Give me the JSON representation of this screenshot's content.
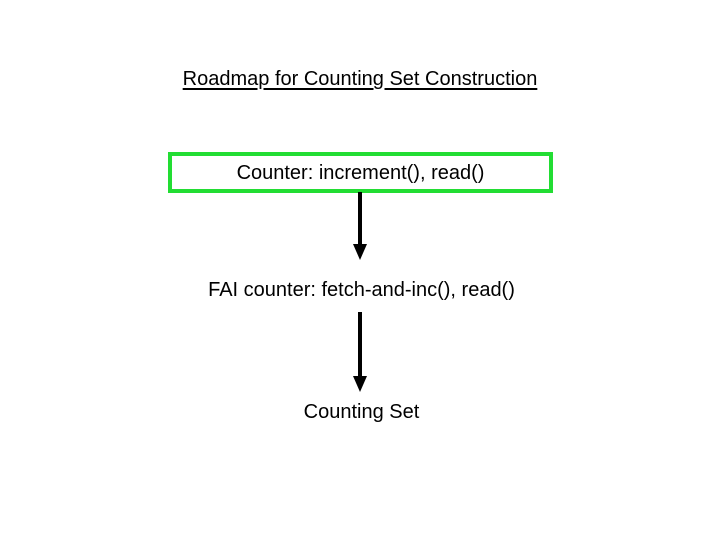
{
  "slide": {
    "background_color": "#ffffff",
    "title": {
      "text": "Roadmap for Counting Set Construction",
      "underlined": true,
      "color": "#000000"
    },
    "accent_color": "#22dd33",
    "nodes": [
      {
        "id": "counter",
        "label": "Counter: increment(), read()",
        "style": "green-outlined-box",
        "border_color": "#22dd33",
        "fill_color": "#ffffff",
        "text_color": "#000000"
      },
      {
        "id": "fai-counter",
        "label": "FAI counter: fetch-and-inc(), read()",
        "style": "plain-text",
        "text_color": "#000000"
      },
      {
        "id": "counting-set",
        "label": "Counting Set",
        "style": "plain-text",
        "text_color": "#000000"
      }
    ],
    "connectors": [
      {
        "id": "arrow-1",
        "from": "counter",
        "to": "fai-counter",
        "kind": "down-arrow",
        "color": "#000000"
      },
      {
        "id": "arrow-2",
        "from": "fai-counter",
        "to": "counting-set",
        "kind": "down-arrow",
        "color": "#000000"
      }
    ]
  }
}
